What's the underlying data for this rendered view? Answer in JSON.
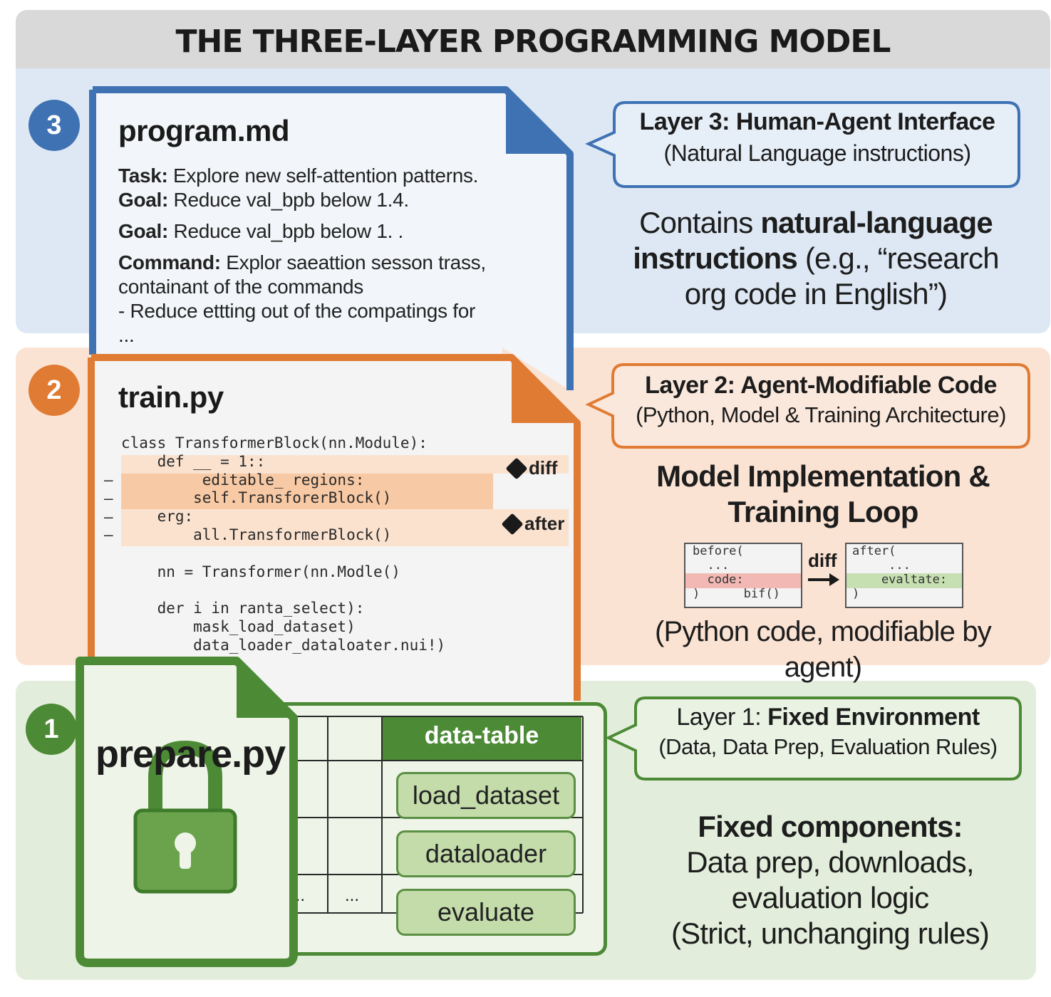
{
  "title": "THE THREE-LAYER PROGRAMMING MODEL",
  "colors": {
    "layer3_accent": "#3f72b3",
    "layer2_accent": "#e07b34",
    "layer1_accent": "#4c8a36",
    "layer3_bg": "#dde8f4",
    "layer2_bg": "#fbe3d3",
    "layer1_bg": "#e2eedb"
  },
  "layer3": {
    "number": "3",
    "file": "program.md",
    "lines": [
      {
        "label": "Task:",
        "text": " Explore new self-attention patterns."
      },
      {
        "label": "Goal:",
        "text": " Reduce val_bpb below 1.4."
      },
      {
        "label": "Goal:",
        "text": " Reduce val_bpb below 1. ."
      },
      {
        "label": "Command:",
        "text": " Explor saeattion sesson trass,"
      },
      {
        "label": "",
        "text": "containant of the commands"
      },
      {
        "label": "",
        "text": "- Reduce ettting out of the compatings for"
      },
      {
        "label": "",
        "text": "..."
      }
    ],
    "callout_title": "Layer 3: Human-Agent Interface",
    "callout_sub": "(Natural Language instructions)",
    "desc_pre": "Contains ",
    "desc_bold1": "natural-language",
    "desc_bold2": "instructions",
    "desc_post": " (e.g., “research",
    "desc_line3": "org code in English”)"
  },
  "layer2": {
    "number": "2",
    "file": "train.py",
    "code_lines": [
      "class TransformerBlock(nn.Module):",
      "    def __ = 1::",
      "         editable_ regions:",
      "        self.TransforerBlock()",
      "    erg:",
      "        all.TransformerBlock()",
      "",
      "    nn = Transformer(nn.Modle()",
      "",
      "    der i in ranta_select):",
      "        mask_load_dataset)",
      "        data_loader_dataloater.nui!)"
    ],
    "diff_markers": [
      "–",
      "–",
      "–",
      "–"
    ],
    "tag_diff": "diff",
    "tag_after": "after",
    "callout_title": "Layer 2: Agent-Modifiable Code",
    "callout_sub": "(Python, Model & Training Architecture)",
    "desc_title_line1": "Model Implementation &",
    "desc_title_line2": "Training Loop",
    "mini_before": [
      "before(",
      "  ...",
      "  code:",
      ")      bif()"
    ],
    "mini_diff_label": "diff",
    "mini_after": [
      "after(",
      "     ...",
      "    evaltate:",
      ")"
    ],
    "desc_footer": "(Python code, modifiable by agent)"
  },
  "layer1": {
    "number": "1",
    "file": "prepare.py",
    "table_header": "data-table",
    "table_ellipsis": [
      "...",
      "..."
    ],
    "pills": [
      "load_dataset",
      "dataloader",
      "evaluate"
    ],
    "callout_title_pre": "Layer 1: ",
    "callout_title_bold": "Fixed Environment",
    "callout_sub": "(Data, Data Prep, Evaluation Rules)",
    "desc_title": "Fixed components:",
    "desc_lines": [
      "Data prep, downloads,",
      "evaluation logic",
      "(Strict, unchanging rules)"
    ]
  }
}
